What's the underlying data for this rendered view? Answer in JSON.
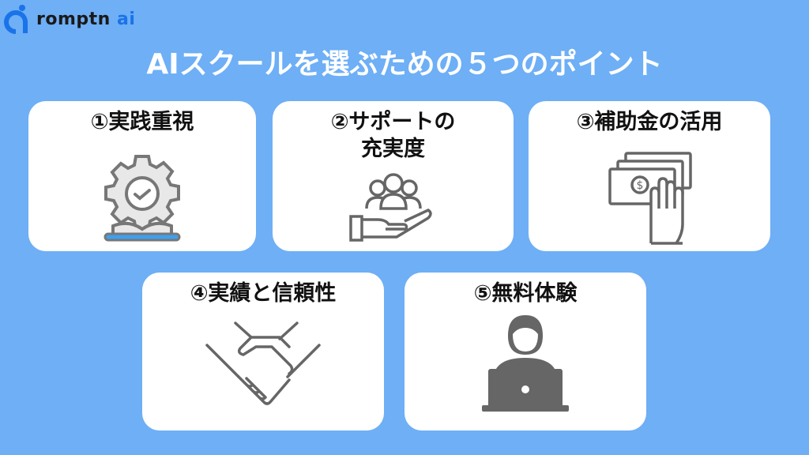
{
  "logo": {
    "name": "romptn",
    "suffix": "ai"
  },
  "title": "AIスクールを選ぶための５つのポイント",
  "points": [
    {
      "label": "①実践重視",
      "icon": "gear-book-icon"
    },
    {
      "label": "②サポートの",
      "label2": "充実度",
      "icon": "people-hand-icon"
    },
    {
      "label": "③補助金の活用",
      "icon": "money-hand-icon"
    },
    {
      "label": "④実績と信頼性",
      "icon": "handshake-icon"
    },
    {
      "label": "⑤無料体験",
      "icon": "person-laptop-icon"
    }
  ],
  "colors": {
    "background": "#6eaff6",
    "accent": "#3ea0f0",
    "icon": "#777777"
  }
}
